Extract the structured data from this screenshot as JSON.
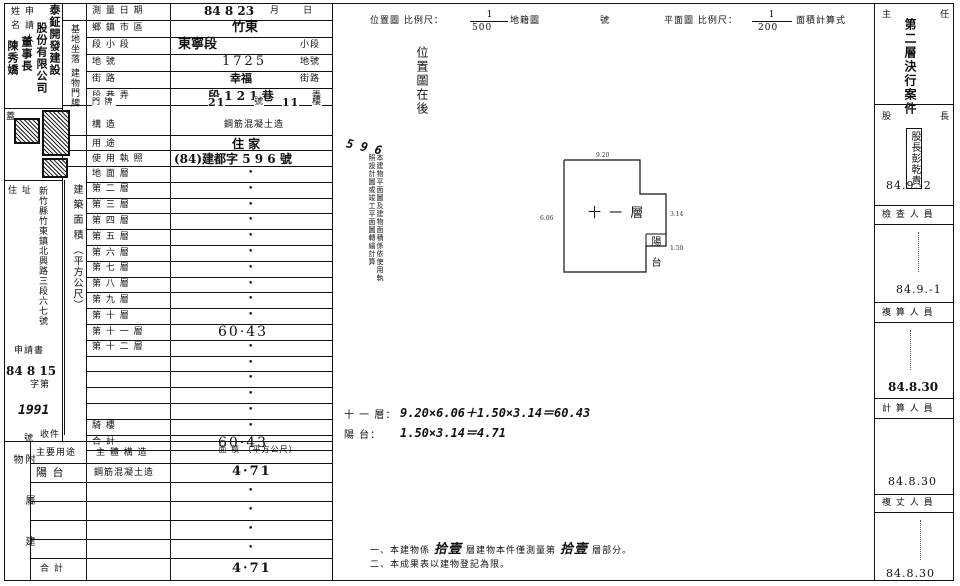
{
  "left": {
    "applicant_label": [
      "申 請 人",
      "姓    名"
    ],
    "applicant_name_cols": [
      "泰",
      "鉦",
      "開",
      "發",
      "建",
      "設"
    ],
    "company_line": [
      "股份有限公司"
    ],
    "rep_name": [
      "董",
      "事",
      "長",
      "陳",
      "秀",
      "嬌"
    ],
    "address_label": "住 址",
    "address_text": "新竹縣竹東鎮北興路三段六七號",
    "survey_date_label": "測 量 日 期",
    "survey_date": "84 8 23",
    "city_label": "鄉 鎮 市 區",
    "city": "竹東",
    "section_label": "段 小 段",
    "section": "東寧段",
    "subsection_suffix": "小段",
    "land_no_label": "地 號",
    "land_no": "1725",
    "land_no_suffix": "地號",
    "street_label": "街 路",
    "street": "幸福",
    "street_suffix": "街路",
    "lane_label": "段 巷 弄",
    "lane_value": "段 1 2 1 巷",
    "lane_suffix": "弄",
    "door_label": "門 牌",
    "door_value": "21",
    "door_mid": "號",
    "door_floor": "11",
    "door_suffix": "樓",
    "loc_group_label": "基地坐落",
    "bldg_door_label": "建物門牌",
    "structure_label": "構 造",
    "structure": "鋼筋混凝土造",
    "use_label": "用 途",
    "use": "住 家",
    "license_label": "使 用 執 照",
    "license_value": "(84)建都字  5 9 6  號",
    "floor_area_group": "建 築 面 積 （平方公尺）",
    "floors": [
      {
        "name": "地 面 層",
        "area": "•"
      },
      {
        "name": "第 二 層",
        "area": "•"
      },
      {
        "name": "第 三 層",
        "area": "•"
      },
      {
        "name": "第 四 層",
        "area": "•"
      },
      {
        "name": "第 五 層",
        "area": "•"
      },
      {
        "name": "第 六 層",
        "area": "•"
      },
      {
        "name": "第 七 層",
        "area": "•"
      },
      {
        "name": "第 八 層",
        "area": "•"
      },
      {
        "name": "第 九 層",
        "area": "•"
      },
      {
        "name": "第 十 層",
        "area": "•"
      },
      {
        "name": "第 十 一 層",
        "area": "60·43"
      },
      {
        "name": "第 十 二 層",
        "area": "•"
      },
      {
        "name": "",
        "area": "•"
      },
      {
        "name": "",
        "area": "•"
      },
      {
        "name": "",
        "area": "•"
      },
      {
        "name": "",
        "area": "•"
      },
      {
        "name": "騎 樓",
        "area": "•"
      },
      {
        "name": "合 計",
        "area": "60·43"
      }
    ],
    "app_label": "申請書",
    "app_date": "84 8 15",
    "app_word": "字第",
    "app_no": "1991",
    "app_no_suffix": "號",
    "app_side_label": "收件",
    "attach_group": "附 屬 建 物",
    "attach_head": [
      "主要用途",
      "主 體 構 造",
      "面 積 （平方公尺）"
    ],
    "attach_rows": [
      {
        "use": "陽 台",
        "struct": "鋼筋混凝土造",
        "area": "4·71"
      },
      {
        "use": "",
        "struct": "",
        "area": "•"
      },
      {
        "use": "",
        "struct": "",
        "area": "•"
      },
      {
        "use": "",
        "struct": "",
        "area": "•"
      },
      {
        "use": "",
        "struct": "",
        "area": "•"
      }
    ],
    "attach_total_label": "合 計",
    "attach_total": "4·71"
  },
  "middle": {
    "loc_map_label": "位置圖",
    "scale_label": "比例尺：",
    "loc_scale_num": "1",
    "loc_scale_den": "500",
    "loc_map_suffix": "地籍圖",
    "hao": "號",
    "plan_label": "平面圖 比例尺：",
    "plan_scale_num": "1",
    "plan_scale_den": "200",
    "area_formula_label": "面積計算式",
    "loc_map_note": "位置圖在後",
    "side_note_num": "5 9 6",
    "side_note": "本建物平面圖及建物面積係依使用執照設計圖或竣工平面圖轉繪計算",
    "floor_label": "十 一 層",
    "balcony_label": "陽 台",
    "calc_floor_label": "十 一 層：",
    "calc_floor": "9.20×6.06＋1.50×3.14＝60.43",
    "calc_balcony_label": "陽    台：",
    "calc_balcony": "1.50×3.14＝4.71",
    "note1_a": "一、本建物係",
    "note1_b": "拾壹",
    "note1_c": "層建物本件僅測量第",
    "note1_d": "拾壹",
    "note1_e": "層部分。",
    "note2": "二、本成果表以建物登記為限。"
  },
  "right": {
    "head_left": "主",
    "head_right": "任",
    "title": "第二層決行案件",
    "chief_left": "股",
    "chief_right": "長",
    "chief_stamp": "股長彭乾貴",
    "chief_date": "84.9.-2",
    "inspector_label": "檢 查 人 員",
    "inspector_date": "84.9.-1",
    "checker_label": "複 算 人 員",
    "checker_date": "84.8.30",
    "calc_label": "計 算 人 員",
    "calc_date": "84.8.30",
    "surveyor_label": "複 丈 人 員",
    "surveyor_date": "84.8.30"
  }
}
